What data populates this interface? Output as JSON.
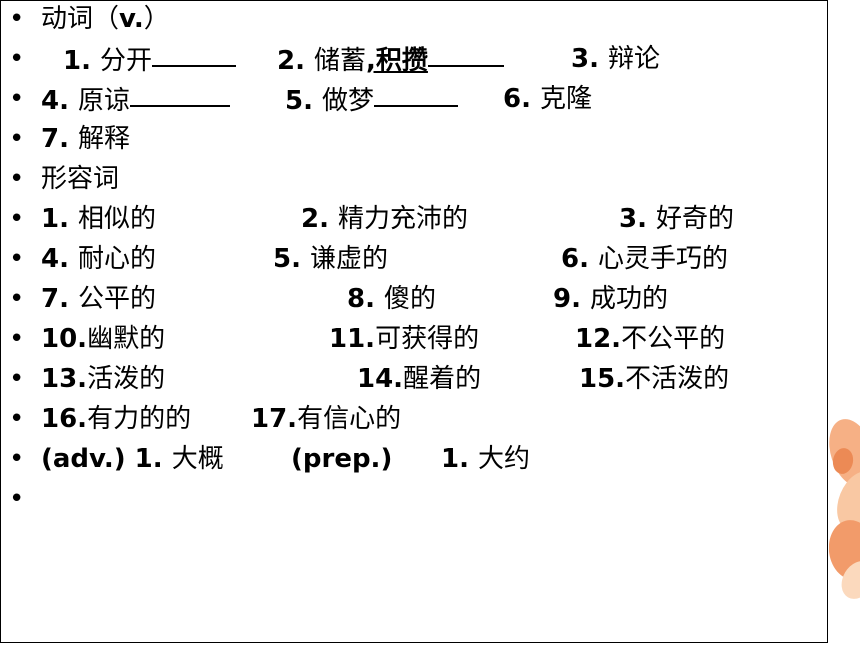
{
  "bullet": "•",
  "lines": [
    {
      "segs": [
        {
          "text": "动词（"
        },
        {
          "num": "v.",
          "text": ""
        },
        {
          "text": "）"
        }
      ]
    },
    {
      "segs": [
        {
          "num": "1. ",
          "text": "分开",
          "blank": true
        },
        {
          "num": "2. ",
          "text": "储蓄",
          "text2": ",积攒",
          "blank": true
        },
        {
          "num": "3. ",
          "text": "辩论"
        }
      ]
    },
    {
      "segs": [
        {
          "num": "4. ",
          "text": "原谅",
          "blank": true
        },
        {
          "num": "5. ",
          "text": "做梦",
          "blank": true
        },
        {
          "num": "6. ",
          "text": "克隆"
        }
      ]
    },
    {
      "segs": [
        {
          "num": "7. ",
          "text": "解释"
        }
      ]
    },
    {
      "segs": [
        {
          "text": "形容词"
        }
      ]
    },
    {
      "segs": [
        {
          "num": "1. ",
          "text": "相似的"
        },
        {
          "num": "2. ",
          "text": "精力充沛的"
        },
        {
          "num": "3. ",
          "text": "好奇的"
        }
      ]
    },
    {
      "segs": [
        {
          "num": "4. ",
          "text": "耐心的"
        },
        {
          "num": "5. ",
          "text": "谦虚的"
        },
        {
          "num": "6. ",
          "text": "心灵手巧的"
        }
      ]
    },
    {
      "segs": [
        {
          "num": "7. ",
          "text": "公平的"
        },
        {
          "num": "8. ",
          "text": "傻的"
        },
        {
          "num": "9. ",
          "text": "成功的"
        }
      ]
    },
    {
      "segs": [
        {
          "num": "10.",
          "text": "幽默的"
        },
        {
          "num": "11.",
          "text": "可获得的"
        },
        {
          "num": "12.",
          "text": "不公平的"
        }
      ]
    },
    {
      "segs": [
        {
          "num": "13.",
          "text": "活泼的"
        },
        {
          "num": "14.",
          "text": "醒着的"
        },
        {
          "num": "15.",
          "text": "不活泼的"
        }
      ]
    },
    {
      "segs": [
        {
          "num": "16.",
          "text": "有力的的"
        },
        {
          "num": "17.",
          "text": "有信心的"
        }
      ]
    },
    {
      "segs": [
        {
          "num": "(adv.) 1. ",
          "text": "大概"
        },
        {
          "num": "(prep.)",
          "text": ""
        },
        {
          "num": "1. ",
          "text": "大约"
        }
      ]
    },
    {
      "segs": []
    }
  ]
}
